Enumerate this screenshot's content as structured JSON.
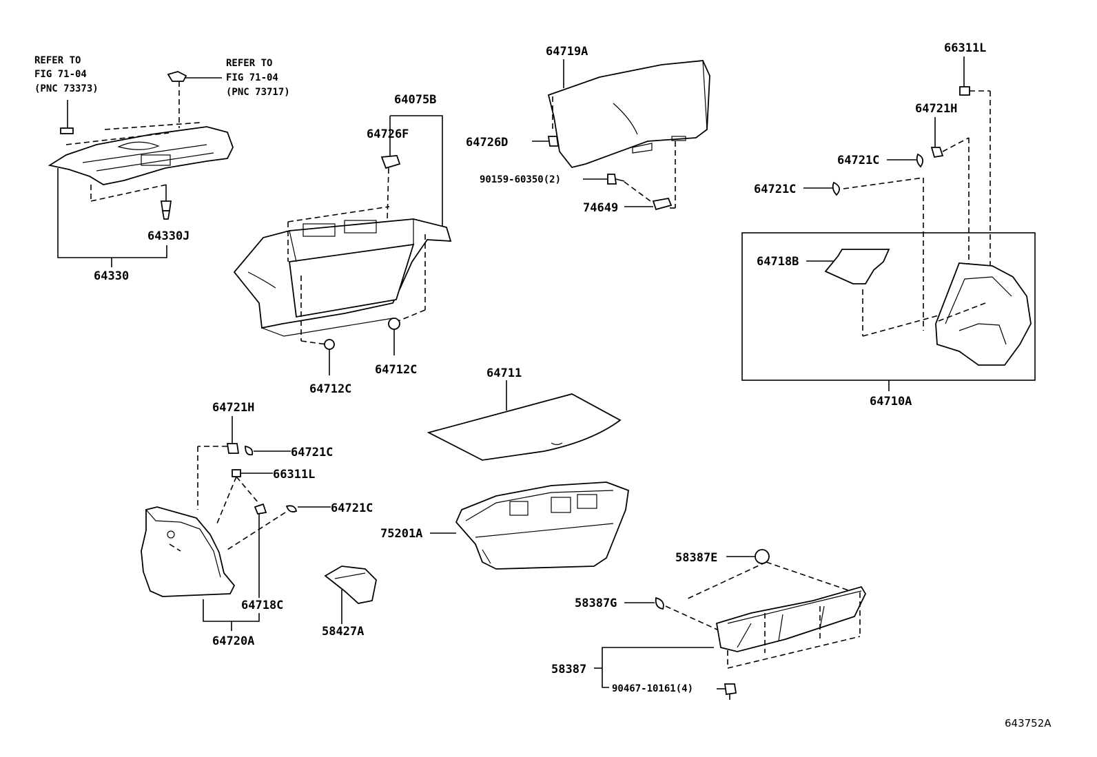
{
  "labels": {
    "refer_left_1": "REFER TO",
    "refer_left_2": "FIG 71-04",
    "refer_left_3": "(PNC 73373)",
    "refer_right_1": "REFER TO",
    "refer_right_2": "FIG 71-04",
    "refer_right_3": "(PNC 73717)",
    "p64330": "64330",
    "p64330J": "64330J",
    "p64075B": "64075B",
    "p64726F": "64726F",
    "p64712C_a": "64712C",
    "p64712C_b": "64712C",
    "p64719A": "64719A",
    "p64726D": "64726D",
    "p90159": "90159-60350(2)",
    "p74649": "74649",
    "p66311L_top": "66311L",
    "p64721H_top": "64721H",
    "p64721C_t1": "64721C",
    "p64721C_t2": "64721C",
    "p64718B": "64718B",
    "p64710A": "64710A",
    "p64711": "64711",
    "p75201A": "75201A",
    "p64721H_bot": "64721H",
    "p64721C_b1": "64721C",
    "p66311L_bot": "66311L",
    "p64721C_b2": "64721C",
    "p64718C": "64718C",
    "p64720A": "64720A",
    "p58427A": "58427A",
    "p58387E": "58387E",
    "p58387G": "58387G",
    "p58387": "58387",
    "p90467": "90467-10161(4)"
  },
  "figure_code": "643752A"
}
